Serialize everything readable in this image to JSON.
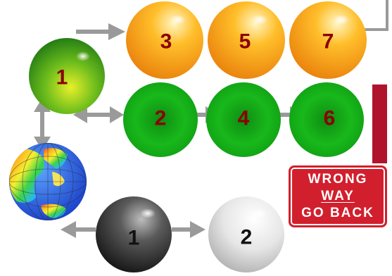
{
  "colors": {
    "arrow": "#9a9a9a",
    "label_dark": "#8b0000",
    "label_light": "#111111",
    "sign_red": "#d21f2d",
    "side_bar": "#b0142c"
  },
  "balls": {
    "start": {
      "label": "1",
      "style": "lime"
    },
    "odd": [
      {
        "label": "3",
        "style": "orange"
      },
      {
        "label": "5",
        "style": "orange"
      },
      {
        "label": "7",
        "style": "orange"
      }
    ],
    "even": [
      {
        "label": "2",
        "style": "green"
      },
      {
        "label": "4",
        "style": "green"
      },
      {
        "label": "6",
        "style": "green"
      }
    ],
    "bottom": [
      {
        "label": "1",
        "style": "black"
      },
      {
        "label": "2",
        "style": "white"
      }
    ]
  },
  "globe": {
    "icon": "globe-icon"
  },
  "sign": {
    "line1": "WRONG",
    "line2": "WAY",
    "line3": "GO BACK"
  }
}
